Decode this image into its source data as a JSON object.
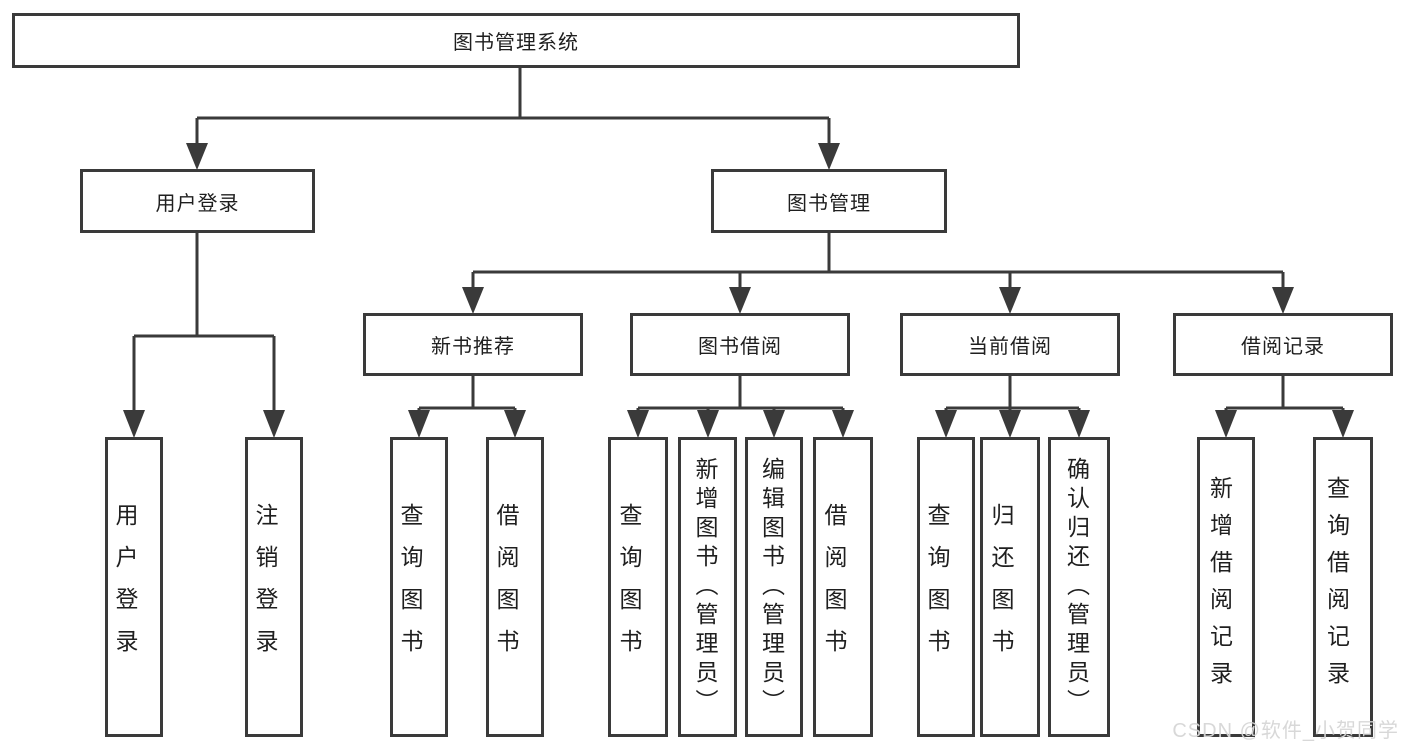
{
  "diagram": {
    "type": "hierarchy-tree",
    "colors": {
      "line": "#3a3a3a",
      "text": "#1f1f1f",
      "background": "#ffffff"
    },
    "tree": {
      "label": "图书管理系统",
      "children": [
        {
          "label": "用户登录",
          "children": [
            {
              "label": "用户登录"
            },
            {
              "label": "注销登录"
            }
          ]
        },
        {
          "label": "图书管理",
          "children": [
            {
              "label": "新书推荐",
              "children": [
                {
                  "label": "查询图书"
                },
                {
                  "label": "借阅图书"
                }
              ]
            },
            {
              "label": "图书借阅",
              "children": [
                {
                  "label": "查询图书"
                },
                {
                  "label": "新增图书（管理员）"
                },
                {
                  "label": "编辑图书（管理员）"
                },
                {
                  "label": "借阅图书"
                }
              ]
            },
            {
              "label": "当前借阅",
              "children": [
                {
                  "label": "查询图书"
                },
                {
                  "label": "归还图书"
                },
                {
                  "label": "确认归还（管理员）"
                }
              ]
            },
            {
              "label": "借阅记录",
              "children": [
                {
                  "label": "新增借阅记录"
                },
                {
                  "label": "查询借阅记录"
                }
              ]
            }
          ]
        }
      ]
    }
  },
  "watermark": {
    "text": "CSDN @软件_小贺同学",
    "color": "#d6d6d6"
  }
}
